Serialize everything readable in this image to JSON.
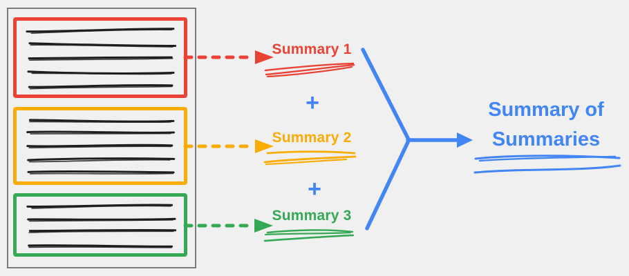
{
  "colors": {
    "bg": "#f0f0f0",
    "doc_border": "#7b7b7b",
    "ink": "#1e1e1e",
    "red": "#EA4335",
    "orange": "#FBAC04",
    "green": "#34A853",
    "blue": "#4285F4"
  },
  "document": {
    "sections": [
      {
        "name": "section-1",
        "color": "red",
        "line_count": 5
      },
      {
        "name": "section-2",
        "color": "orange",
        "line_count": 5
      },
      {
        "name": "section-3",
        "color": "green",
        "line_count": 4
      }
    ]
  },
  "summaries": {
    "plus": "+",
    "items": [
      {
        "label": "Summary 1",
        "color": "red"
      },
      {
        "label": "Summary 2",
        "color": "orange"
      },
      {
        "label": "Summary 3",
        "color": "green"
      }
    ]
  },
  "result": {
    "label": "Summary of Summaries",
    "color": "blue"
  }
}
